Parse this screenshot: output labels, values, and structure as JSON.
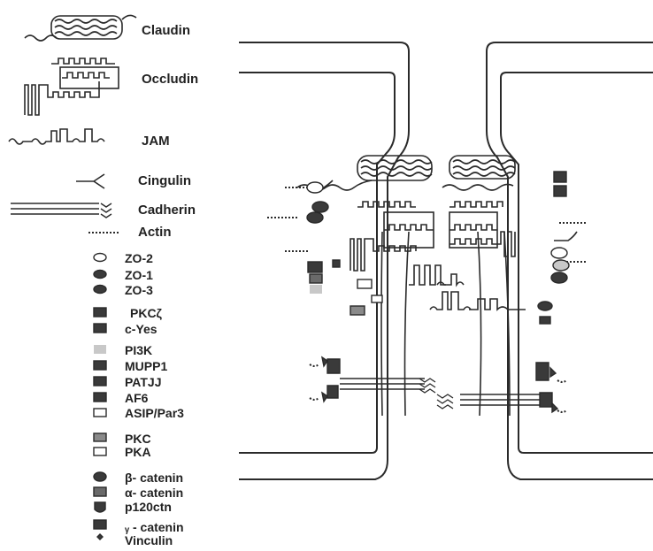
{
  "legend": [
    {
      "key": "claudin",
      "label": "Claudin"
    },
    {
      "key": "occludin",
      "label": "Occludin"
    },
    {
      "key": "jam",
      "label": "JAM"
    },
    {
      "key": "cingulin",
      "label": "Cingulin"
    },
    {
      "key": "cadherin",
      "label": "Cadherin"
    },
    {
      "key": "actin",
      "label": "Actin"
    },
    {
      "key": "zo2",
      "label": "ZO-2"
    },
    {
      "key": "zo1",
      "label": "ZO-1"
    },
    {
      "key": "zo3",
      "label": "ZO-3"
    },
    {
      "key": "pkczeta",
      "label": "PKCζ"
    },
    {
      "key": "cyes",
      "label": "c-Yes"
    },
    {
      "key": "pi3k",
      "label": "PI3K"
    },
    {
      "key": "mupp1",
      "label": "MUPP1"
    },
    {
      "key": "patjj",
      "label": "PATJJ"
    },
    {
      "key": "af6",
      "label": "AF6"
    },
    {
      "key": "asip",
      "label": "ASIP/Par3"
    },
    {
      "key": "pkc",
      "label": "PKC"
    },
    {
      "key": "pka",
      "label": "PKA"
    },
    {
      "key": "bcat",
      "label": "β- catenin"
    },
    {
      "key": "acat",
      "label": "α- catenin"
    },
    {
      "key": "p120",
      "label": "p120ctn"
    },
    {
      "key": "gcat",
      "label": "ᵧ - catenin"
    },
    {
      "key": "vinc",
      "label": "Vinculin"
    }
  ],
  "colors": {
    "ink": "#2a2a2a",
    "dark_fill": "#3a3a3a",
    "mid_fill": "#7a7a7a",
    "light_fill": "#c8c8c8",
    "paper": "#ffffff"
  }
}
